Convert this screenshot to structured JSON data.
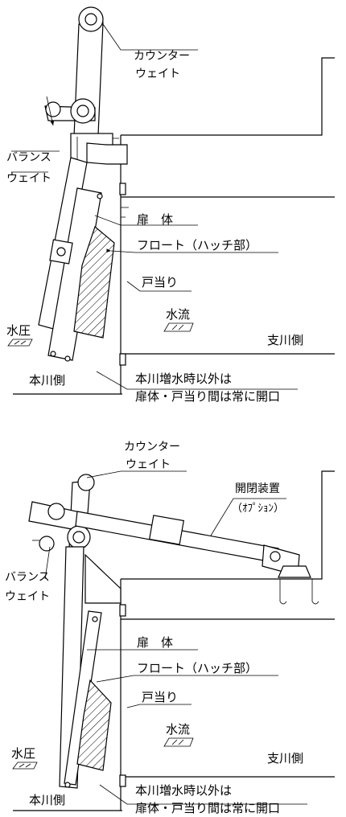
{
  "diagrams": [
    {
      "labels": {
        "counter_weight_l1": "カウンター",
        "counter_weight_l2": "ウェイト",
        "balance_weight_l1": "バランス",
        "balance_weight_l2": "ウェイト",
        "gate_body": "扉　体",
        "float": "フロート（ハッチ部）",
        "door_stop": "戸当り",
        "water_flow": "水流",
        "water_pressure": "水圧",
        "tributary_side": "支川側",
        "main_river_side": "本川側",
        "note_l1": "本川増水時以外は",
        "note_l2": "扉体・戸当り間は常に開口"
      }
    },
    {
      "labels": {
        "counter_weight_l1": "カウンター",
        "counter_weight_l2": "ウェイト",
        "opening_device_l1": "開閉装置",
        "opening_device_l2": "（ｵﾌﾟｼｮﾝ）",
        "balance_weight_l1": "バランス",
        "balance_weight_l2": "ウェイト",
        "gate_body": "扉　体",
        "float": "フロート（ハッチ部）",
        "door_stop": "戸当り",
        "water_flow": "水流",
        "water_pressure": "水圧",
        "tributary_side": "支川側",
        "main_river_side": "本川側",
        "note_l1": "本川増水時以外は",
        "note_l2": "扉体・戸当り間は常に開口"
      }
    }
  ]
}
